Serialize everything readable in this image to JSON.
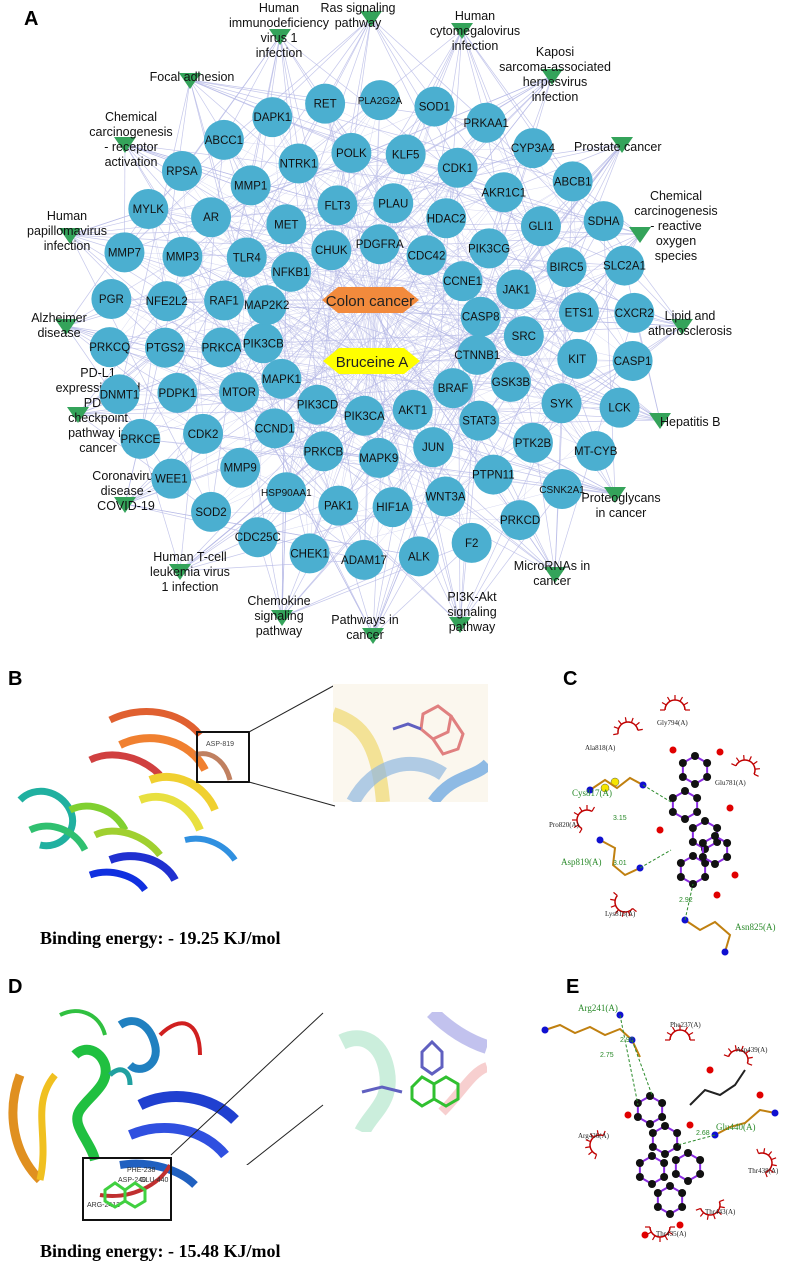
{
  "panels": {
    "A": "A",
    "B": "B",
    "C": "C",
    "D": "D",
    "E": "E"
  },
  "network": {
    "center_labels": [
      "Colon cancer",
      "Bruceine A"
    ],
    "colors": {
      "target": "#4bafd0",
      "pathway": "#34a35a",
      "disease": "#f28a3c",
      "compound": "#ffff00",
      "edge": "#b6b9e6"
    },
    "targets": [
      "RET",
      "PLA2G2A",
      "SOD1",
      "PRKAA1",
      "CYP3A4",
      "ABCB1",
      "SDHA",
      "SLC2A1",
      "CXCR2",
      "CASP1",
      "LCK",
      "MT-CYB",
      "CSNK2A1",
      "PRKCD",
      "F2",
      "ALK",
      "ADAM17",
      "CHEK1",
      "CDC25C",
      "SOD2",
      "WEE1",
      "PRKCE",
      "DNMT1",
      "PRKCQ",
      "PGR",
      "MMP7",
      "MYLK",
      "RPSA",
      "ABCC1",
      "DAPK1",
      "POLK",
      "KLF5",
      "CDK1",
      "AKR1C1",
      "GLI1",
      "BIRC5",
      "ETS1",
      "KIT",
      "SYK",
      "PTK2B",
      "PTPN11",
      "WNT3A",
      "HIF1A",
      "PAK1",
      "HSP90AA1",
      "MMP9",
      "CDK2",
      "PDPK1",
      "PTGS2",
      "NFE2L2",
      "MMP3",
      "AR",
      "MMP1",
      "NTRK1",
      "FLT3",
      "PLAU",
      "HDAC2",
      "PIK3CG",
      "JAK1",
      "SRC",
      "GSK3B",
      "STAT3",
      "JUN",
      "MAPK9",
      "PRKCB",
      "CCND1",
      "MTOR",
      "PRKCA",
      "RAF1",
      "TLR4",
      "MET",
      "CHUK",
      "PDGFRA",
      "CDC42",
      "CCNE1",
      "CASP8",
      "CTNNB1",
      "BRAF",
      "AKT1",
      "PIK3CA",
      "PIK3CD",
      "MAPK1",
      "PIK3CB",
      "MAP2K2",
      "NFKB1"
    ],
    "pathways": [
      [
        "Human",
        "immunodeficiency",
        "virus 1",
        "infection"
      ],
      [
        "Ras signaling",
        "pathway"
      ],
      [
        "Human",
        "cytomegalovirus",
        "infection"
      ],
      [
        "Kaposi",
        "sarcoma-associated",
        "herpesvirus",
        "infection"
      ],
      [
        "Prostate cancer"
      ],
      [
        "Chemical",
        "carcinogenesis",
        "- reactive",
        "oxygen",
        "species"
      ],
      [
        "Lipid and",
        "atherosclerosis"
      ],
      [
        "Hepatitis B"
      ],
      [
        "Proteoglycans",
        "in cancer"
      ],
      [
        "MicroRNAs in",
        "cancer"
      ],
      [
        "PI3K-Akt",
        "signaling",
        "pathway"
      ],
      [
        "Pathways in",
        "cancer"
      ],
      [
        "Chemokine",
        "signaling",
        "pathway"
      ],
      [
        "Human T-cell",
        "leukemia virus",
        "1 infection"
      ],
      [
        "Coronavirus",
        "disease -",
        "COVID-19"
      ],
      [
        "PD-L1",
        "expression and",
        "PD-1",
        "checkpoint",
        "pathway in",
        "cancer"
      ],
      [
        "Alzheimer",
        "disease"
      ],
      [
        "Human",
        "papillomavirus",
        "infection"
      ],
      [
        "Chemical",
        "carcinogenesis",
        "- receptor",
        "activation"
      ],
      [
        "Focal adhesion"
      ]
    ]
  },
  "docking": {
    "b": {
      "energy": "Binding energy: - 19.25 KJ/mol",
      "site_label": "ASP-819"
    },
    "c": {
      "residues": [
        "Gly794(A)",
        "Ala818(A)",
        "Glu781(A)",
        "Pro820(A)",
        "Lys816(A)"
      ],
      "hbond_residues": [
        "Cys817(A)",
        "Asp819(A)",
        "Asn825(A)"
      ],
      "distances": [
        "3.15",
        "3.01",
        "2.92"
      ]
    },
    "d": {
      "energy": "Binding energy: - 15.48 KJ/mol",
      "site_labels": [
        "PHE-238",
        "ASP-240",
        "GLU-440",
        "ARG-2412"
      ]
    },
    "e": {
      "residues": [
        "Phe237(A)",
        "Asp439(A)",
        "Arg436(A)",
        "Thr438(A)",
        "Thr443(A)",
        "Thr435(A)"
      ],
      "hbond_residues": [
        "Arg241(A)",
        "Glu440(A)"
      ],
      "distances": [
        "2.75",
        "2.90",
        "2.68"
      ]
    }
  }
}
